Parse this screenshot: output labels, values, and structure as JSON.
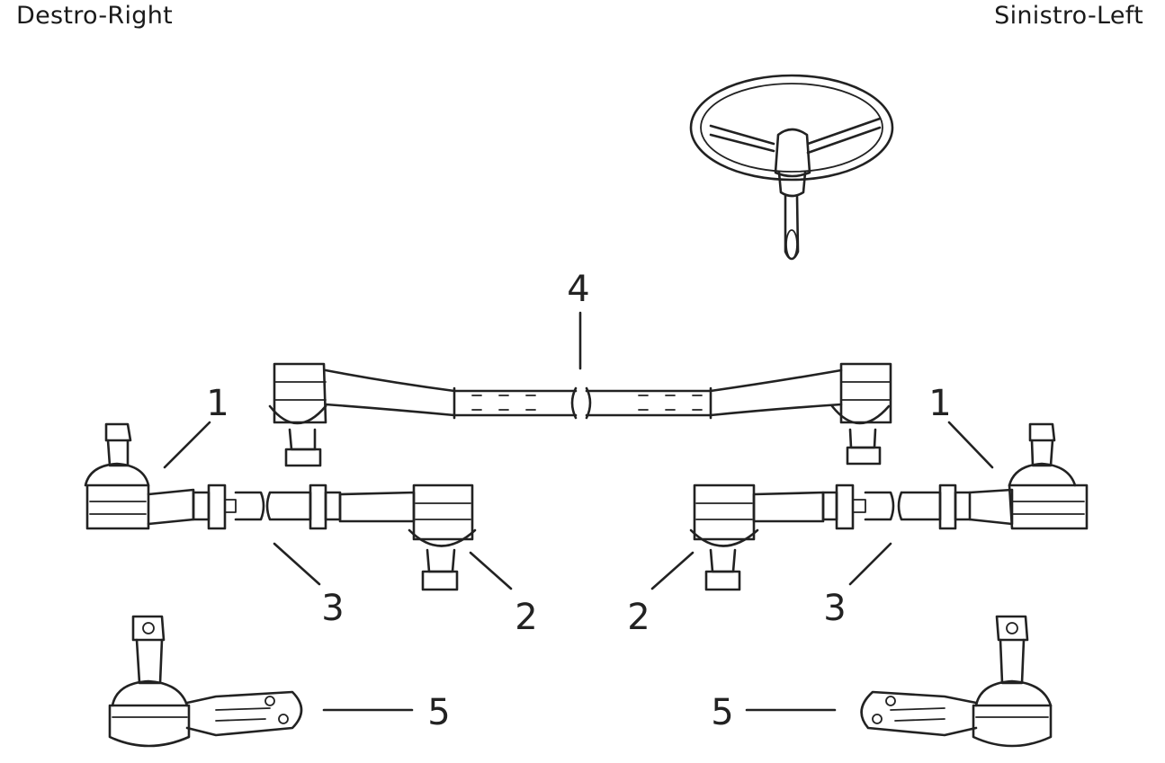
{
  "header": {
    "right_side_label": "Destro-Right",
    "left_side_label": "Sinistro-Left"
  },
  "callouts": {
    "c1_left": "1",
    "c1_right": "1",
    "c2_left": "2",
    "c2_right": "2",
    "c3_left": "3",
    "c3_right": "3",
    "c4": "4",
    "c5_left": "5",
    "c5_right": "5"
  },
  "colors": {
    "line": "#222222",
    "background": "#ffffff"
  }
}
